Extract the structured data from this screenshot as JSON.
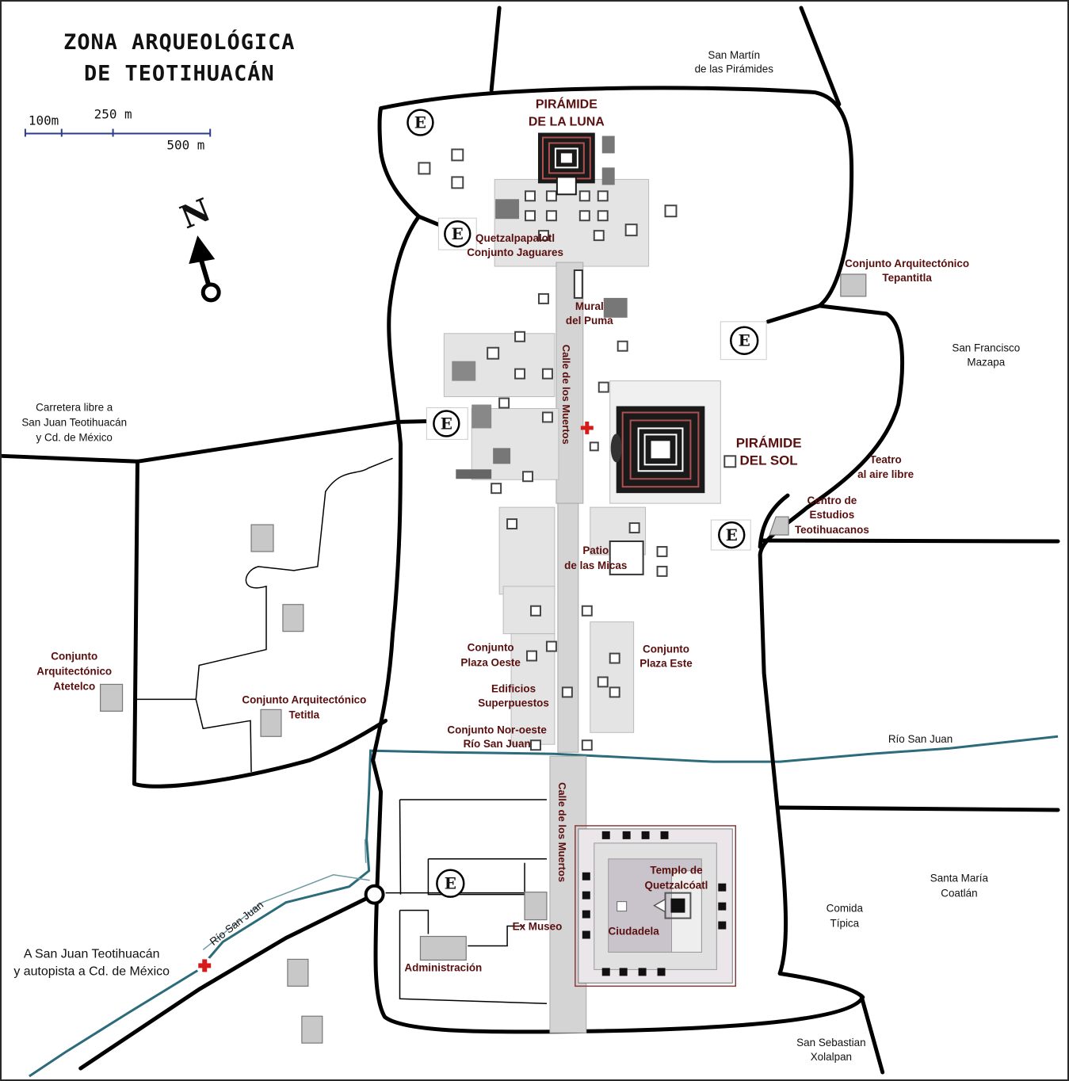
{
  "title": {
    "line1": "ZONA ARQUEOLÓGICA",
    "line2": "DE TEOTIHUACÁN"
  },
  "scale_bar": {
    "label_a": "100m",
    "label_b": "250 m",
    "label_c": "500 m"
  },
  "north_label": "N",
  "entry_symbol": "E",
  "localities": {
    "san_martin": [
      "San Martín",
      "de las Pirámides"
    ],
    "san_francisco": [
      "San Francisco",
      "Mazapa"
    ],
    "carretera": [
      "Carretera libre a",
      "San Juan Teotihuacán",
      "y Cd. de México"
    ],
    "santa_maria": [
      "Santa María",
      "Coatlán"
    ],
    "comida": [
      "Comida",
      "Típica"
    ],
    "san_sebastian": [
      "San Sebastian",
      "Xolalpan"
    ],
    "a_san_juan": [
      "A San Juan Teotihuacán",
      "y autopista a Cd. de México"
    ]
  },
  "sites": {
    "piramide_luna": [
      "PIRÁMIDE",
      "DE LA LUNA"
    ],
    "piramide_sol": [
      "PIRÁMIDE",
      "DEL SOL"
    ],
    "quetzalpapalotl": [
      "Quetzalpapalotl",
      "Conjunto Jaguares"
    ],
    "tepantitla": [
      "Conjunto Arquitectónico",
      "Tepantitla"
    ],
    "mural_puma": [
      "Mural",
      "del Puma"
    ],
    "teatro": [
      "Teatro",
      "al aire libre"
    ],
    "centro_estudios": [
      "Centro de",
      "Estudios",
      "Teotihuacanos"
    ],
    "patio_micas": [
      "Patio",
      "de las Micas"
    ],
    "plaza_oeste": [
      "Conjunto",
      "Plaza Oeste"
    ],
    "plaza_este": [
      "Conjunto",
      "Plaza Este"
    ],
    "edificios": [
      "Edificios",
      "Superpuestos"
    ],
    "nor_oeste": [
      "Conjunto Nor-oeste",
      "Río San Juan"
    ],
    "atetelco": [
      "Conjunto",
      "Arquitectónico",
      "Atetelco"
    ],
    "tetitla": [
      "Conjunto Arquitectónico",
      "Tetitla"
    ],
    "templo_quetzalcoatl": [
      "Templo de",
      "Quetzalcóatl"
    ],
    "ciudadela": "Ciudadela",
    "ex_museo": "Ex Museo",
    "administracion": "Administración"
  },
  "roads": {
    "calle_norte": "Calle de los Muertos",
    "calle_sur": "Calle de los Muertos"
  },
  "rivers": {
    "rio_este": "Río San Juan",
    "rio_oeste": "Río San Juan"
  },
  "colors": {
    "site_label": "#5a0f0f",
    "river": "#2b6b7a",
    "first_aid": "#d61a1a",
    "pyramid_dark": "#1a1a1a",
    "pyramid_line": "#b05050"
  }
}
